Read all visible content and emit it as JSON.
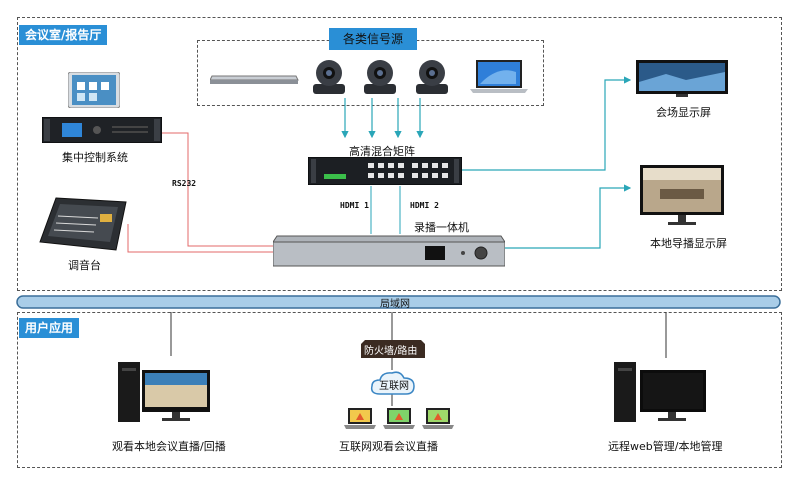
{
  "sections": {
    "meeting_room": "会议室/报告厅",
    "user_app": "用户应用"
  },
  "sources": {
    "title": "各类信号源"
  },
  "devices": {
    "central_control": "集中控制系统",
    "mixer": "调音台",
    "matrix": "高清混合矩阵",
    "recorder": "录播一体机",
    "venue_display": "会场显示屏",
    "director_display": "本地导播显示屏",
    "firewall": "防火墙/路由",
    "internet": "互联网"
  },
  "links": {
    "rs232": "RS232",
    "hdmi1": "HDMI 1",
    "hdmi2": "HDMI 2",
    "lan": "局域网"
  },
  "clients": {
    "local_watch": "观看本地会议直播/回播",
    "internet_watch": "互联网观看会议直播",
    "remote_manage": "远程web管理/本地管理"
  },
  "colors": {
    "accent": "#2a8fd6",
    "red_line": "#e36a6a",
    "teal_line": "#2aa6b8",
    "bus": "#a9cde8"
  }
}
